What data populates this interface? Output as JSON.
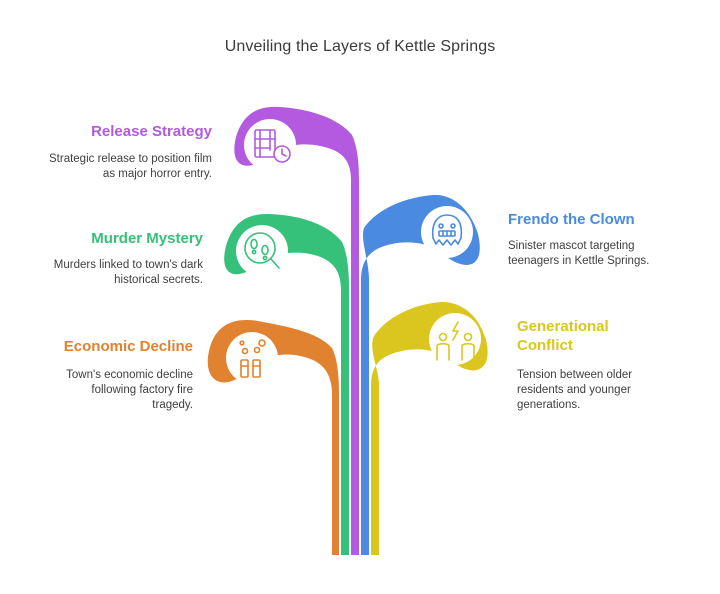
{
  "title": "Unveiling the Layers of Kettle Springs",
  "items": [
    {
      "heading": "Release Strategy",
      "description": "Strategic release to position film as major horror entry.",
      "color": "#B35AE0",
      "icon": "film-schedule-icon"
    },
    {
      "heading": "Murder Mystery",
      "description": "Murders linked to town's dark historical secrets.",
      "color": "#35C179",
      "icon": "footprints-magnifier-icon"
    },
    {
      "heading": "Economic Decline",
      "description": "Town's economic decline following factory fire tragedy.",
      "color": "#E0822F",
      "icon": "factory-smoke-icon"
    },
    {
      "heading": "Frendo the Clown",
      "description": "Sinister mascot targeting teenagers in Kettle Springs.",
      "color": "#4A8AE0",
      "icon": "monster-face-icon"
    },
    {
      "heading": "Generational Conflict",
      "description": "Tension between older residents and younger generations.",
      "color": "#DBC61F",
      "icon": "people-conflict-icon"
    }
  ]
}
